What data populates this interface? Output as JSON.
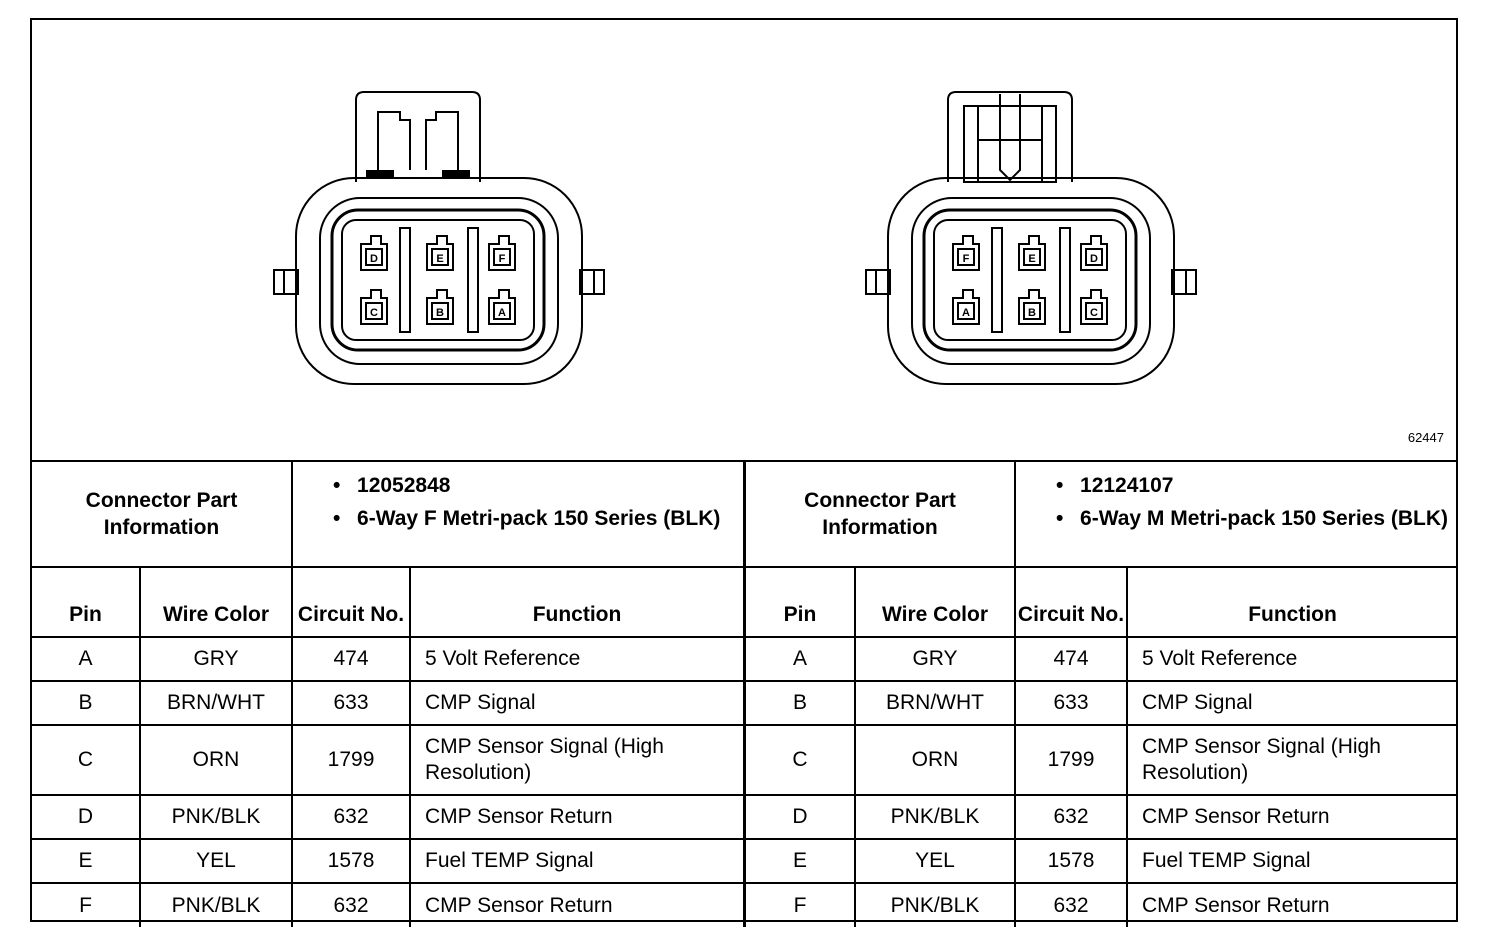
{
  "figure_number": "62447",
  "connectors": [
    {
      "info_label": "Connector Part Information",
      "part_info": [
        "12052848",
        "6-Way F Metri-pack 150 Series (BLK)"
      ],
      "headers": {
        "pin": "Pin",
        "wire_color": "Wire Color",
        "circuit": "Circuit No.",
        "function": "Function"
      },
      "rows": [
        {
          "pin": "A",
          "wire_color": "GRY",
          "circuit": "474",
          "function": "5 Volt Reference"
        },
        {
          "pin": "B",
          "wire_color": "BRN/WHT",
          "circuit": "633",
          "function": "CMP Signal"
        },
        {
          "pin": "C",
          "wire_color": "ORN",
          "circuit": "1799",
          "function": "CMP Sensor Signal (High Resolution)"
        },
        {
          "pin": "D",
          "wire_color": "PNK/BLK",
          "circuit": "632",
          "function": "CMP Sensor Return"
        },
        {
          "pin": "E",
          "wire_color": "YEL",
          "circuit": "1578",
          "function": "Fuel TEMP Signal"
        },
        {
          "pin": "F",
          "wire_color": "PNK/BLK",
          "circuit": "632",
          "function": "CMP Sensor Return"
        }
      ],
      "face_pins": {
        "top": [
          "D",
          "E",
          "F"
        ],
        "bottom": [
          "C",
          "B",
          "A"
        ]
      }
    },
    {
      "info_label": "Connector Part Information",
      "part_info": [
        "12124107",
        "6-Way M Metri-pack 150 Series (BLK)"
      ],
      "headers": {
        "pin": "Pin",
        "wire_color": "Wire Color",
        "circuit": "Circuit No.",
        "function": "Function"
      },
      "rows": [
        {
          "pin": "A",
          "wire_color": "GRY",
          "circuit": "474",
          "function": "5 Volt Reference"
        },
        {
          "pin": "B",
          "wire_color": "BRN/WHT",
          "circuit": "633",
          "function": "CMP Signal"
        },
        {
          "pin": "C",
          "wire_color": "ORN",
          "circuit": "1799",
          "function": "CMP Sensor Signal (High Resolution)"
        },
        {
          "pin": "D",
          "wire_color": "PNK/BLK",
          "circuit": "632",
          "function": "CMP Sensor Return"
        },
        {
          "pin": "E",
          "wire_color": "YEL",
          "circuit": "1578",
          "function": "Fuel TEMP Signal"
        },
        {
          "pin": "F",
          "wire_color": "PNK/BLK",
          "circuit": "632",
          "function": "CMP Sensor Return"
        }
      ],
      "face_pins": {
        "top": [
          "F",
          "E",
          "D"
        ],
        "bottom": [
          "A",
          "B",
          "C"
        ]
      }
    }
  ]
}
